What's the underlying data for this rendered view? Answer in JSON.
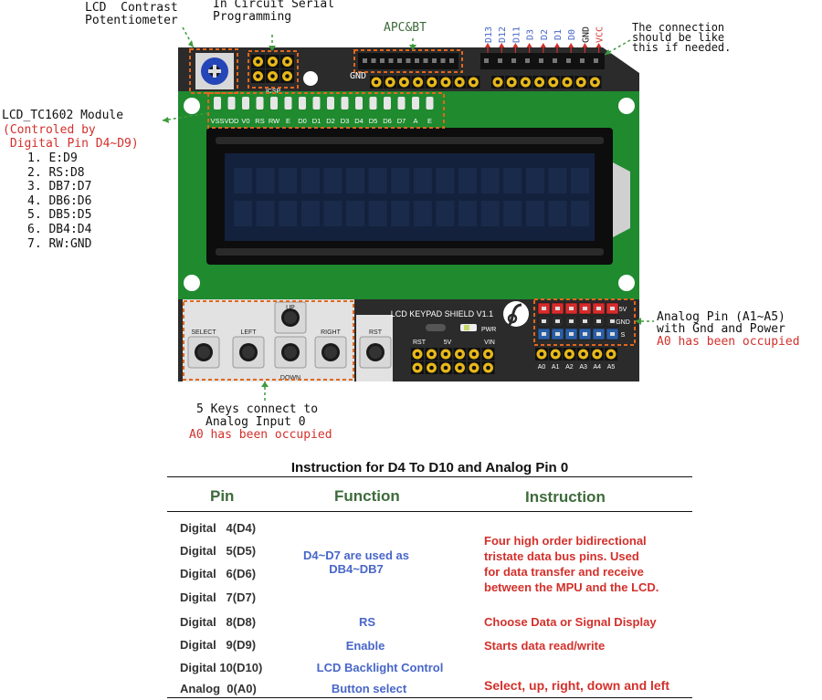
{
  "annotations": {
    "lcd_contrast": "LCD  Contrast\nPotentiometer",
    "icsp": "In Circuit Serial\nProgramming",
    "apc_bt": "APC&BT",
    "connection": "The connection\nshould be like\nthis if needed.",
    "lcd_module_title": "LCD_TC1602 Module",
    "lcd_module_sub": "(Controled by\n Digital Pin D4~D9)",
    "lcd_pins": [
      "1. E:D9",
      "2. RS:D8",
      "3. DB7:D7",
      "4. DB6:D6",
      "5. DB5:D5",
      "6. DB4:D4",
      "7. RW:GND"
    ],
    "keys_line1": "5 Keys connect to",
    "keys_line2": "Analog Input 0",
    "keys_occupied": "A0 has been occupied",
    "analog_line1": "Analog Pin (A1~A5)",
    "analog_line2": "with Gnd and Power",
    "analog_occupied": "A0 has been occupied"
  },
  "board": {
    "icsp_label": "ICSP",
    "gnd_label": "GND",
    "digital_pins": [
      "D13",
      "D12",
      "D11",
      "D3",
      "D2",
      "D1",
      "D0",
      "GND",
      "VCC"
    ],
    "lcd_header_pins": [
      "VSS",
      "VDD",
      "V0",
      "RS",
      "RW",
      "E",
      "D0",
      "D1",
      "D2",
      "D3",
      "D4",
      "D5",
      "D6",
      "D7",
      "A",
      "E"
    ],
    "shield_title": "LCD KEYPAD SHIELD V1.1",
    "pwr_label": "PWR",
    "power_pins": [
      "RST",
      "5V",
      "VIN"
    ],
    "analog_pins": [
      "A0",
      "A1",
      "A2",
      "A3",
      "A4",
      "A5"
    ],
    "analog_rows": [
      "5V",
      "GND",
      "S"
    ],
    "keys": {
      "select": "SELECT",
      "left": "LEFT",
      "up": "UP",
      "down": "DOWN",
      "right": "RIGHT",
      "rst": "RST"
    },
    "colors": {
      "pcb": "#2b2b2b",
      "lcd_frame": "#1f8a2e",
      "lcd_screen": "#14213d",
      "annotation_box": "#e2671d",
      "red_text": "#d3302b",
      "blue_text": "#4866c9"
    }
  },
  "table": {
    "title": "Instruction for D4 To D10 and Analog Pin 0",
    "headers": {
      "pin": "Pin",
      "function": "Function",
      "instruction": "Instruction"
    },
    "pins": [
      "Digital   4(D4)",
      "Digital   5(D5)",
      "Digital   6(D6)",
      "Digital   7(D7)",
      "Digital   8(D8)",
      "Digital   9(D9)",
      "Digital 10(D10)",
      "Analog  0(A0)"
    ],
    "functions": {
      "data_bus": "D4~D7 are used as\nDB4~DB7",
      "rs": "RS",
      "enable": "Enable",
      "backlight": "LCD Backlight Control",
      "button": "Button select"
    },
    "instructions": {
      "data_bus": "Four high order bidirectional\ntristate data bus pins. Used\nfor data transfer and receive\nbetween the MPU and the LCD.",
      "rs": "Choose Data or Signal Display",
      "enable": "Starts data read/write",
      "button": "Select, up, right, down and left"
    }
  }
}
